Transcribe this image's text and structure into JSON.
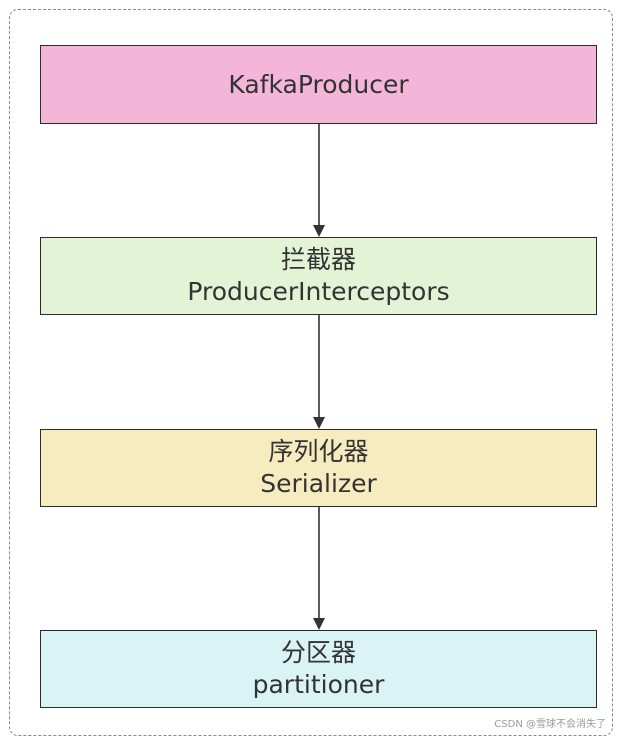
{
  "nodes": [
    {
      "lines": [
        "KafkaProducer"
      ],
      "color": "#f4b6d8"
    },
    {
      "lines": [
        "拦截器",
        "ProducerInterceptors"
      ],
      "color": "#e3f3d6"
    },
    {
      "lines": [
        "序列化器",
        "Serializer"
      ],
      "color": "#f7ecc0"
    },
    {
      "lines": [
        "分区器",
        "partitioner"
      ],
      "color": "#daf3f4"
    }
  ],
  "edges": [
    {
      "from": 0,
      "to": 1
    },
    {
      "from": 1,
      "to": 2
    },
    {
      "from": 2,
      "to": 3
    }
  ],
  "watermark": "CSDN @雪球不会消失了",
  "colors": {
    "border": "#2b2b2b",
    "arrow": "#333333",
    "text": "#333333",
    "frame": "#8a8a8a"
  }
}
